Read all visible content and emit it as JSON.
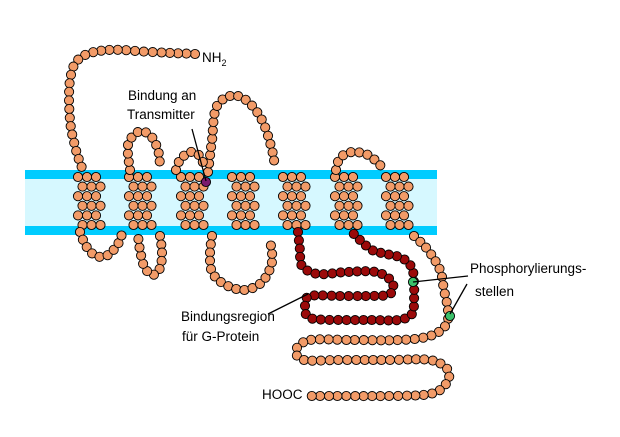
{
  "terminals": {
    "n_terminus": "NH",
    "n_terminus_subscript": "2",
    "c_terminus": "HOOC"
  },
  "labels": {
    "transmitter_line1": "Bindung an",
    "transmitter_line2": "Transmitter",
    "gprotein_line1": "Bindungsregion",
    "gprotein_line2": "für G-Protein",
    "phospho_line1": "Phosphorylierungs-",
    "phospho_line2": "stellen"
  },
  "colors": {
    "membrane": "#00ccff",
    "membrane_core": "#d6f8ff",
    "residue": "#f29b68",
    "g_protein_region": "#9b0a0a",
    "transmitter_site": "#7b1a6e",
    "phospho_site": "#3cc06a",
    "outline": "#000000"
  },
  "transmembrane_helices": 7
}
